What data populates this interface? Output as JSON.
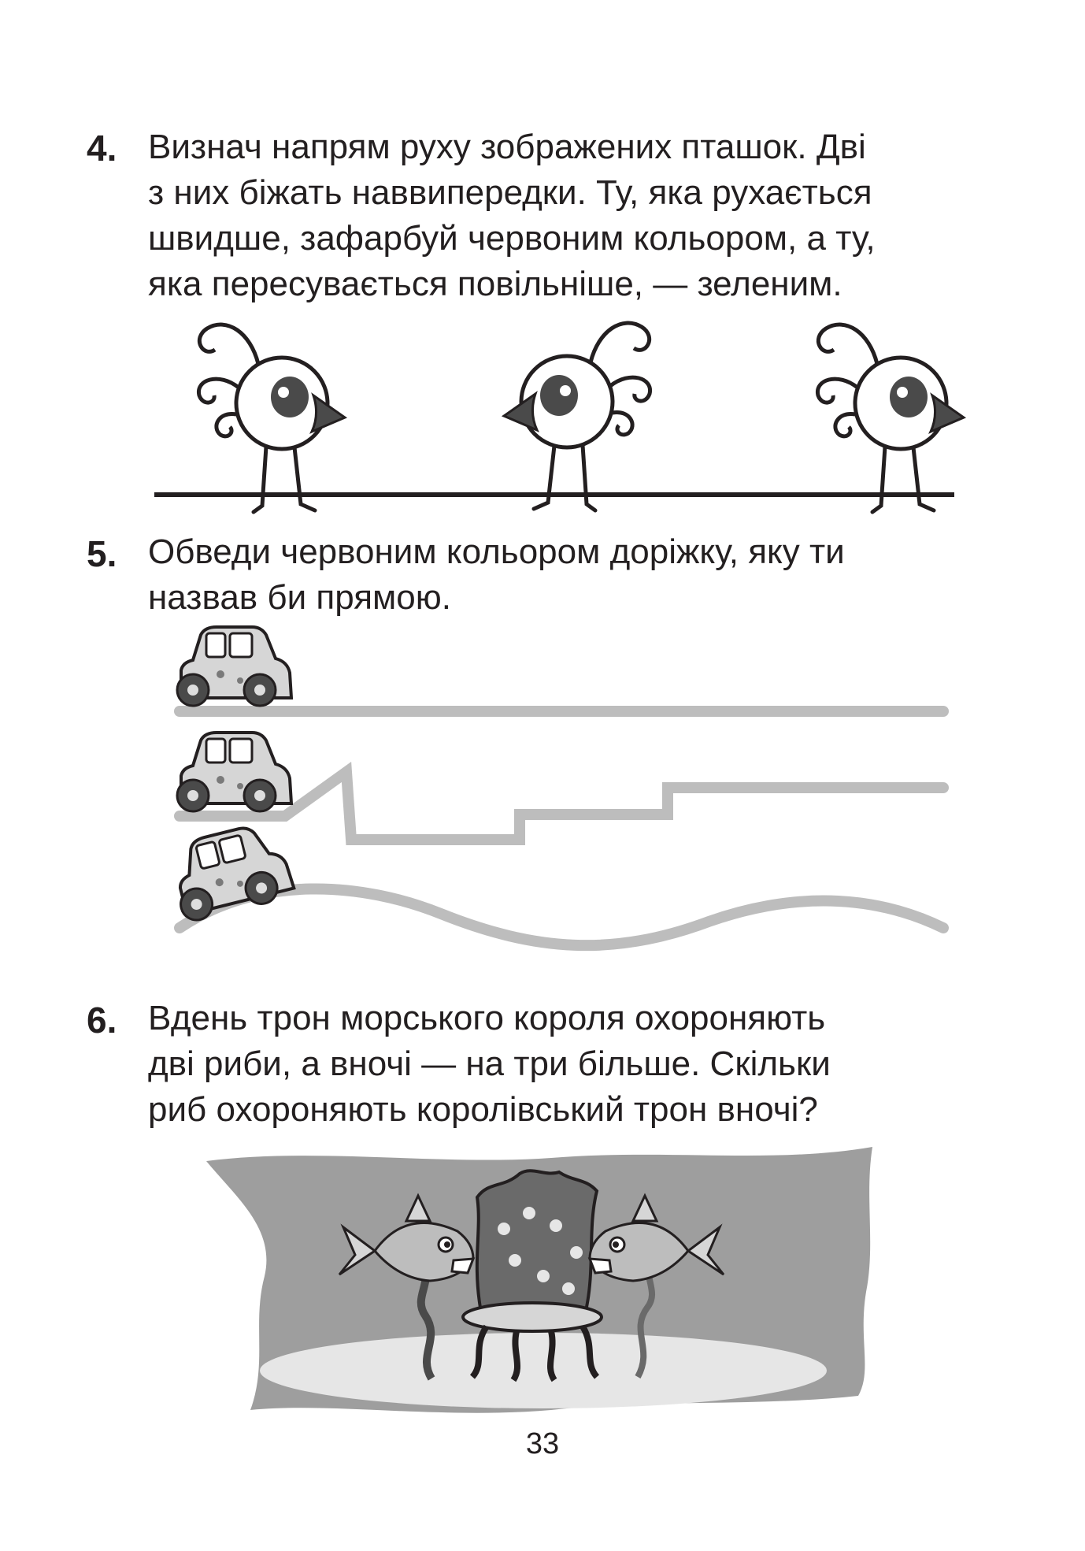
{
  "tasks": [
    {
      "number": "4.",
      "lines": [
        "Визнач напрям руху зображених пташок. Дві",
        "з них біжать наввипередки. Ту, яка рухається",
        "швидше, зафарбуй червоним кольором, а ту,",
        "яка пересувається повільніше, — зеленим."
      ]
    },
    {
      "number": "5.",
      "lines": [
        "Обведи червоним кольором доріжку, яку ти",
        "назвав би прямою."
      ]
    },
    {
      "number": "6.",
      "lines": [
        "Вдень трон морського короля охороняють",
        "дві риби, а вночі — на три більше. Скільки",
        "риб охороняють королівський трон вночі?"
      ]
    }
  ],
  "page_number": "33",
  "illustrations": {
    "birds": {
      "count": 3,
      "directions": [
        "right",
        "left",
        "right"
      ]
    },
    "roads": {
      "count": 3,
      "shapes": [
        "straight",
        "stepped",
        "wavy"
      ],
      "icon": "car-icon"
    },
    "underwater": {
      "fish_count": 2,
      "icons": [
        "fish-icon",
        "throne-icon",
        "seaweed-icon"
      ]
    }
  },
  "colors": {
    "text": "#231f20",
    "road": "#bdbdbd",
    "ink": "#231f20",
    "fill_dark": "#4a4a4a"
  }
}
